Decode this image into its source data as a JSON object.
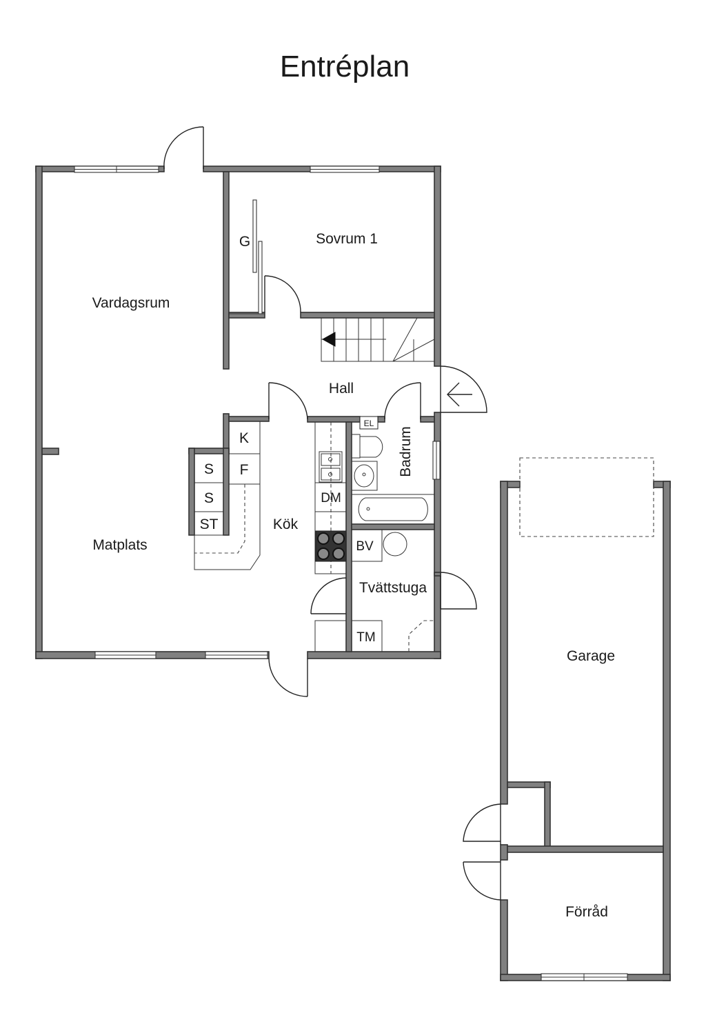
{
  "title": "Entréplan",
  "rooms": {
    "sovrum": "Sovrum 1",
    "vardagsrum": "Vardagsrum",
    "hall": "Hall",
    "matplats": "Matplats",
    "kok": "Kök",
    "badrum": "Badrum",
    "tvattstuga": "Tvättstuga",
    "garage": "Garage",
    "forrad": "Förråd"
  },
  "fixtures": {
    "wardrobe": "G",
    "k": "K",
    "f": "F",
    "s1": "S",
    "s2": "S",
    "st": "ST",
    "dm": "DM",
    "el": "EL",
    "bv": "BV",
    "tm": "TM"
  },
  "colors": {
    "wall": "#808080",
    "line": "#222222",
    "background": "#ffffff"
  }
}
